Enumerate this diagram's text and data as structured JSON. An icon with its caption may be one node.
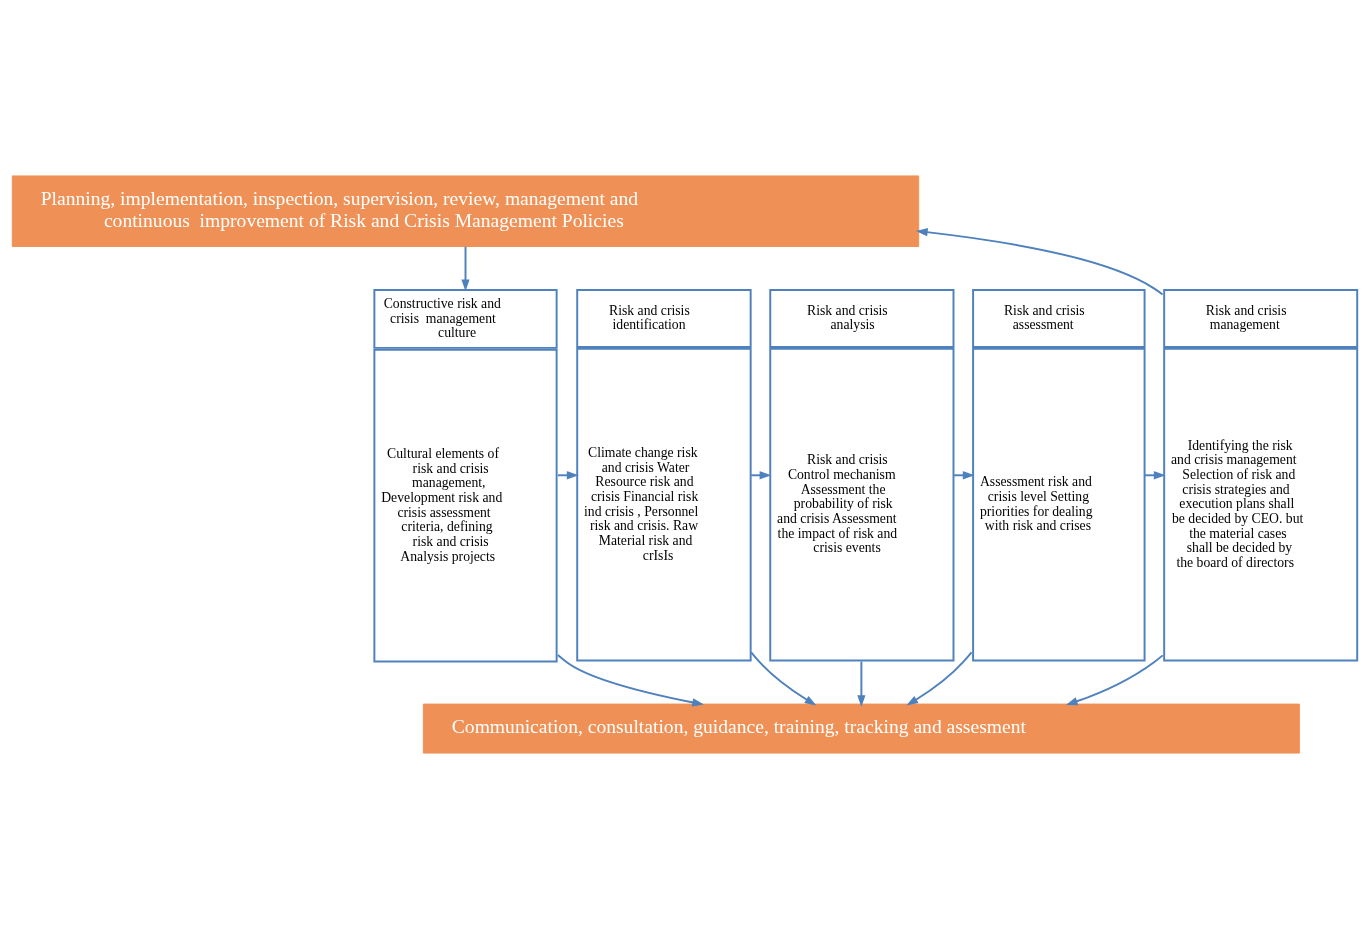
{
  "diagram": {
    "nodes": [
      {
        "text": [
          "Planning, implementation, inspection, supervision, review, management and continuous  improvement of Risk and Crisis Management Policies"
        ]
      },
      {
        "text": [
          "Constructive risk and crisis  management culture",
          "Cultural elements of risk and crisis management, Development risk and crisis assessment criteria, defining risk and crisis Analysis projects"
        ]
      },
      {
        "text": [
          "Risk and crisis identification",
          "Climate change risk and crisis Water Resource risk and crisis Financial risk ind crisis , Personnel risk and crisis. Raw Material risk and crIsIs"
        ]
      },
      {
        "text": [
          "Risk and crisis analysis",
          "Risk and crisis Control mechanism Assessment the probability of risk and crisis Assessment the impact of risk and crisis events"
        ]
      },
      {
        "text": [
          "Risk and crisis assessment",
          "Assessment risk and crisis level Setting priorities for dealing with risk and crises"
        ]
      },
      {
        "text": [
          "Risk and crisis management",
          "Identifying the risk and crisis management Selection of risk and crisis strategies and execution plans shall be decided by CEO. but the material cases shall be decided by the board of directors"
        ]
      },
      {
        "text": [
          "Communication, consultation, guidance, training, tracking and assesment"
        ]
      }
    ],
    "edges": [
      {
        "from": 0,
        "to": 1,
        "arrow": "to"
      },
      {
        "from": 1,
        "to": 2,
        "arrow": "to"
      },
      {
        "from": 2,
        "to": 3,
        "arrow": "to"
      },
      {
        "from": 3,
        "to": 4,
        "arrow": "to"
      },
      {
        "from": 4,
        "to": 5,
        "arrow": "to"
      },
      {
        "from": 5,
        "to": 0,
        "arrow": "to"
      },
      {
        "from": 1,
        "to": 6,
        "arrow": "to"
      },
      {
        "from": 2,
        "to": 6,
        "arrow": "to"
      },
      {
        "from": 3,
        "to": 6,
        "arrow": "to"
      },
      {
        "from": 4,
        "to": 6,
        "arrow": "to"
      },
      {
        "from": 5,
        "to": 6,
        "arrow": "to"
      }
    ]
  }
}
